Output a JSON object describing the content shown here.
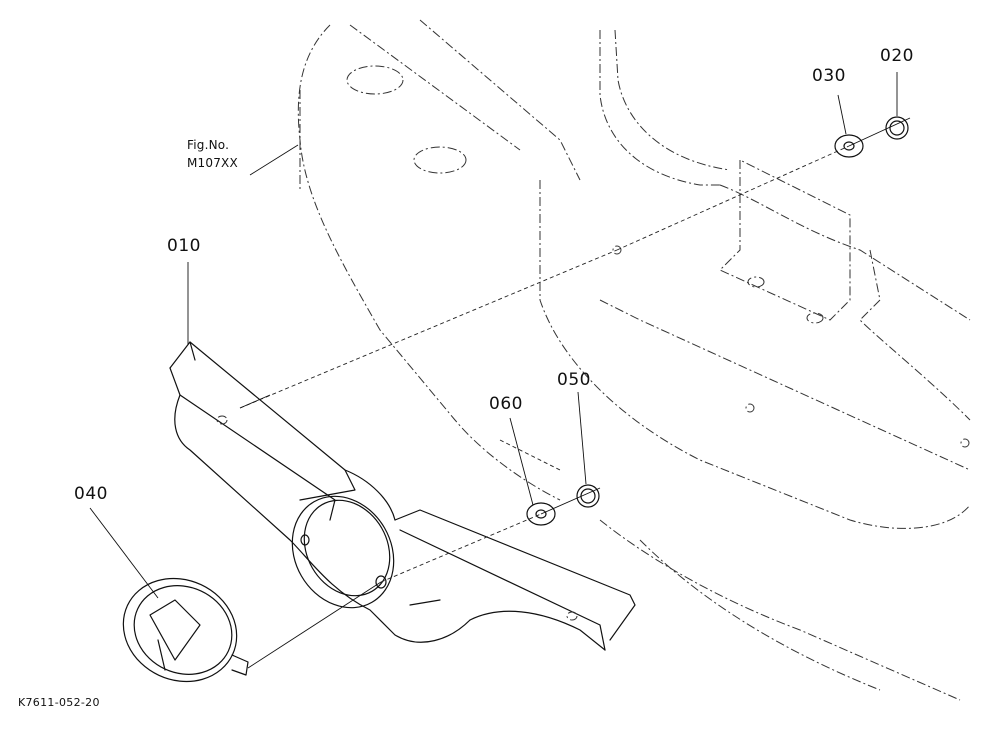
{
  "figure": {
    "fig_label": "Fig.No.",
    "fig_number": "M107XX",
    "drawing_code": "K7611-052-20"
  },
  "callouts": [
    {
      "id": "010",
      "text": "010"
    },
    {
      "id": "020",
      "text": "020"
    },
    {
      "id": "030",
      "text": "030"
    },
    {
      "id": "040",
      "text": "040"
    },
    {
      "id": "050",
      "text": "050"
    },
    {
      "id": "060",
      "text": "060"
    }
  ]
}
